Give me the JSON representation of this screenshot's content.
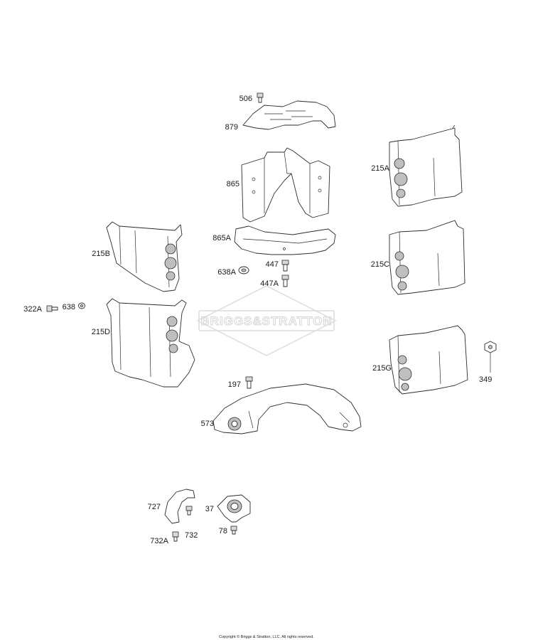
{
  "diagram": {
    "watermark_logo": "BRIGGS&STRATTON",
    "copyright": "Copyright © Briggs & Stratton, LLC. All rights reserved.",
    "callouts": [
      {
        "id": "506",
        "label": "506"
      },
      {
        "id": "879",
        "label": "879"
      },
      {
        "id": "865",
        "label": "865"
      },
      {
        "id": "865A",
        "label": "865A"
      },
      {
        "id": "638A",
        "label": "638A"
      },
      {
        "id": "447",
        "label": "447"
      },
      {
        "id": "447A",
        "label": "447A"
      },
      {
        "id": "215A",
        "label": "215A"
      },
      {
        "id": "215B",
        "label": "215B"
      },
      {
        "id": "215C",
        "label": "215C"
      },
      {
        "id": "215D",
        "label": "215D"
      },
      {
        "id": "215G",
        "label": "215G"
      },
      {
        "id": "322A",
        "label": "322A"
      },
      {
        "id": "638",
        "label": "638"
      },
      {
        "id": "349",
        "label": "349"
      },
      {
        "id": "197",
        "label": "197"
      },
      {
        "id": "573",
        "label": "573"
      },
      {
        "id": "727",
        "label": "727"
      },
      {
        "id": "37",
        "label": "37"
      },
      {
        "id": "732",
        "label": "732"
      },
      {
        "id": "732A",
        "label": "732A"
      },
      {
        "id": "78",
        "label": "78"
      }
    ]
  }
}
